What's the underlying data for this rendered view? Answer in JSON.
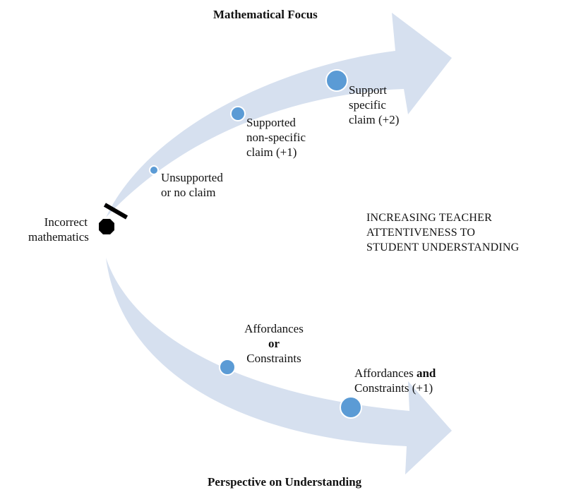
{
  "titles": {
    "top": "Mathematical Focus",
    "bottom": "Perspective on Understanding"
  },
  "start": {
    "line1": "Incorrect",
    "line2": "mathematics"
  },
  "upper_levels": [
    {
      "lines": [
        "Unsupported",
        "or no claim"
      ]
    },
    {
      "lines": [
        "Supported",
        "non-specific",
        "claim (+1)"
      ]
    },
    {
      "lines": [
        "Support",
        "specific",
        "claim (+2)"
      ]
    }
  ],
  "lower_levels": [
    {
      "lines": [
        "Affordances",
        "or",
        "Constraints"
      ]
    },
    {
      "prefix": "Affordances ",
      "bold": "and",
      "line2": "Constraints (+1)"
    }
  ],
  "caption": {
    "line1": "INCREASING TEACHER",
    "line2": "ATTENTIVENESS  TO",
    "line3": "STUDENT  UNDERSTANDING"
  },
  "colors": {
    "arrow": "#d6e0ef",
    "node_fill": "#5b9bd5",
    "node_stroke": "#ffffff",
    "marker": "#000000"
  }
}
